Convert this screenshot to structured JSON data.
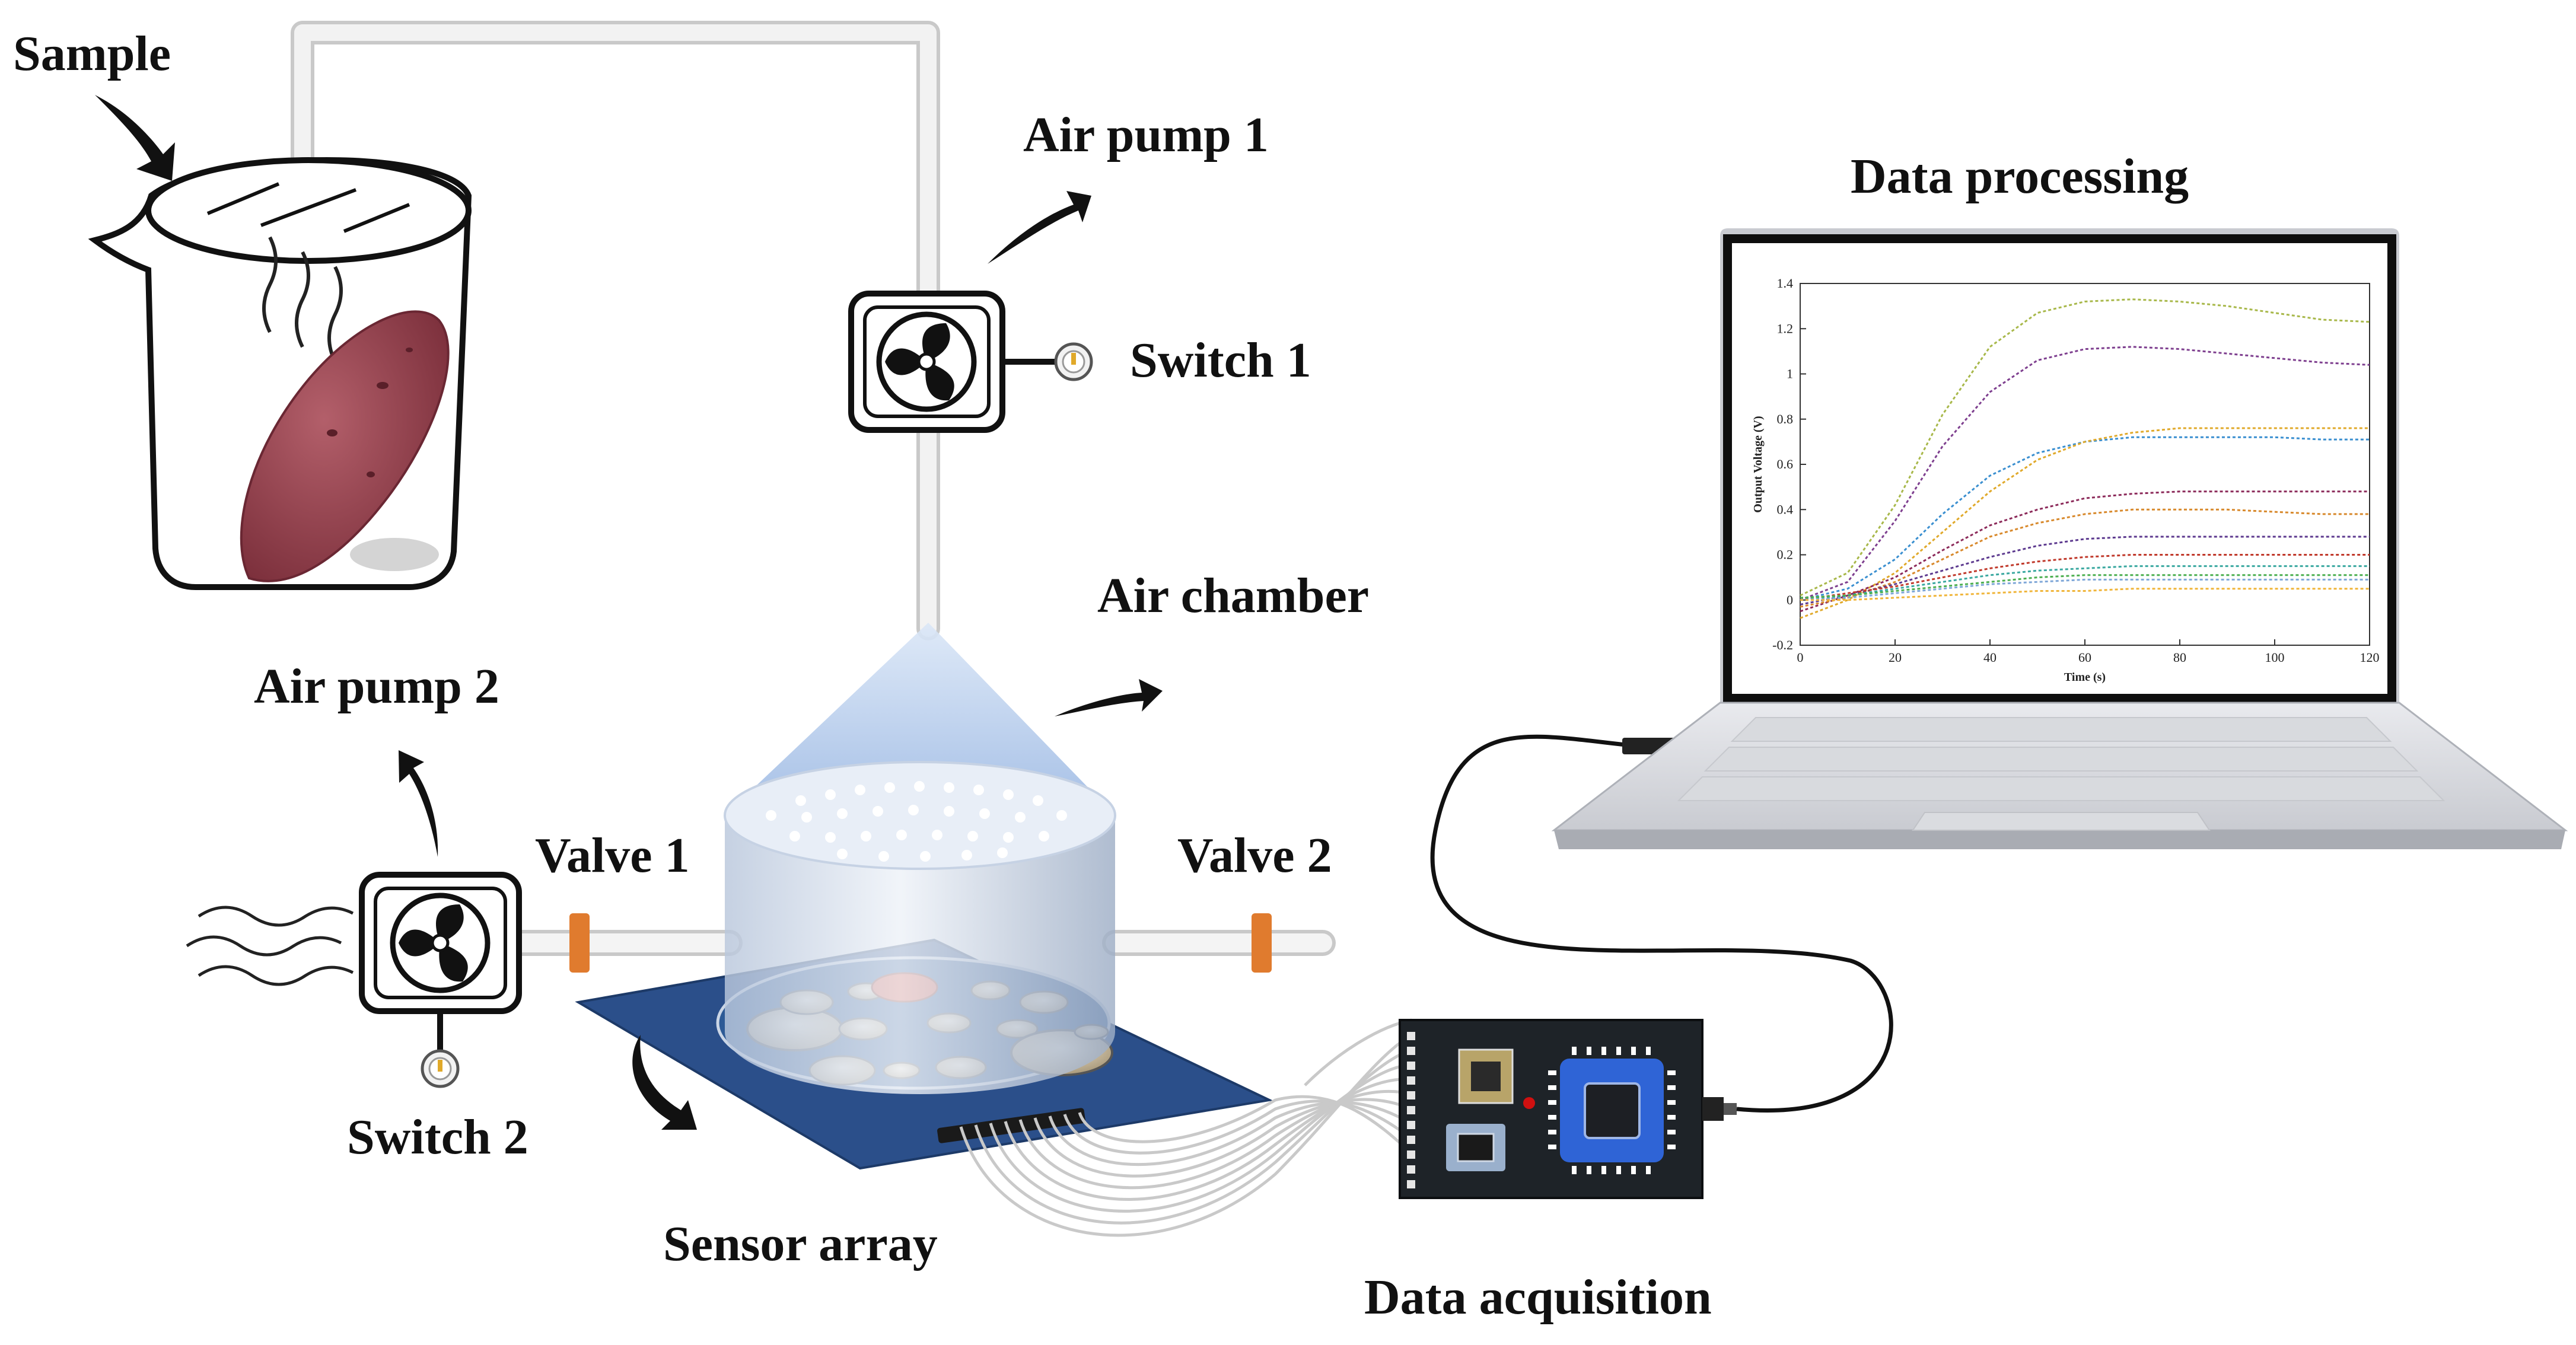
{
  "labels": {
    "sample": "Sample",
    "air_pump_1": "Air pump 1",
    "switch_1": "Switch 1",
    "air_pump_2": "Air pump 2",
    "switch_2": "Switch 2",
    "valve_1": "Valve 1",
    "valve_2": "Valve 2",
    "air_chamber": "Air chamber",
    "sensor_array": "Sensor array",
    "data_acquisition": "Data acquisition",
    "data_processing": "Data processing"
  },
  "colors": {
    "tube": "#e6e6e6",
    "valve": "#e07b2e",
    "board": "#2b4f8a",
    "chamber": "#aec6ea",
    "sweet_potato": "#9a4552",
    "pcb": "#1e2328",
    "chip": "#2f64d6"
  },
  "chart_data": {
    "type": "line",
    "xlabel": "Time (s)",
    "ylabel": "Output Voltage (V)",
    "xlim": [
      0,
      120
    ],
    "ylim": [
      -0.2,
      1.4
    ],
    "xticks": [
      "0",
      "20",
      "40",
      "60",
      "80",
      "100",
      "120"
    ],
    "yticks": [
      "-0.2",
      "0",
      "0.2",
      "0.4",
      "0.6",
      "0.8",
      "1",
      "1.2",
      "1.4"
    ],
    "x": [
      0,
      10,
      20,
      30,
      40,
      50,
      60,
      70,
      80,
      90,
      100,
      110,
      120
    ],
    "series": [
      {
        "color": "#a8b84a",
        "values": [
          0.02,
          0.12,
          0.42,
          0.82,
          1.12,
          1.27,
          1.32,
          1.33,
          1.32,
          1.3,
          1.27,
          1.24,
          1.23
        ]
      },
      {
        "color": "#7e3f8f",
        "values": [
          0.0,
          0.08,
          0.35,
          0.68,
          0.92,
          1.06,
          1.11,
          1.12,
          1.11,
          1.09,
          1.07,
          1.05,
          1.04
        ]
      },
      {
        "color": "#3a8fd0",
        "values": [
          0.0,
          0.05,
          0.18,
          0.38,
          0.55,
          0.65,
          0.7,
          0.72,
          0.72,
          0.72,
          0.72,
          0.71,
          0.71
        ]
      },
      {
        "color": "#e0a92a",
        "values": [
          -0.08,
          0.0,
          0.12,
          0.3,
          0.48,
          0.62,
          0.7,
          0.74,
          0.76,
          0.76,
          0.76,
          0.76,
          0.76
        ]
      },
      {
        "color": "#8c2a5a",
        "values": [
          -0.05,
          0.02,
          0.1,
          0.22,
          0.33,
          0.4,
          0.45,
          0.47,
          0.48,
          0.48,
          0.48,
          0.48,
          0.48
        ]
      },
      {
        "color": "#d8892c",
        "values": [
          -0.03,
          0.01,
          0.08,
          0.18,
          0.28,
          0.34,
          0.38,
          0.4,
          0.4,
          0.4,
          0.39,
          0.38,
          0.38
        ]
      },
      {
        "color": "#5d3a8f",
        "values": [
          -0.02,
          0.02,
          0.07,
          0.13,
          0.19,
          0.24,
          0.27,
          0.28,
          0.28,
          0.28,
          0.28,
          0.28,
          0.28
        ]
      },
      {
        "color": "#c0392b",
        "values": [
          0.0,
          0.03,
          0.06,
          0.1,
          0.14,
          0.17,
          0.19,
          0.2,
          0.2,
          0.2,
          0.2,
          0.2,
          0.2
        ]
      },
      {
        "color": "#3aa8a0",
        "values": [
          0.0,
          0.02,
          0.05,
          0.08,
          0.11,
          0.13,
          0.14,
          0.15,
          0.15,
          0.15,
          0.15,
          0.15,
          0.15
        ]
      },
      {
        "color": "#4caf50",
        "values": [
          0.01,
          0.02,
          0.04,
          0.06,
          0.08,
          0.1,
          0.11,
          0.11,
          0.11,
          0.11,
          0.11,
          0.11,
          0.11
        ]
      },
      {
        "color": "#7fa7d8",
        "values": [
          0.0,
          0.01,
          0.03,
          0.05,
          0.07,
          0.08,
          0.09,
          0.09,
          0.09,
          0.09,
          0.09,
          0.09,
          0.09
        ]
      },
      {
        "color": "#f0b53a",
        "values": [
          0.0,
          0.0,
          0.01,
          0.02,
          0.03,
          0.04,
          0.04,
          0.05,
          0.05,
          0.05,
          0.05,
          0.05,
          0.05
        ]
      }
    ]
  }
}
